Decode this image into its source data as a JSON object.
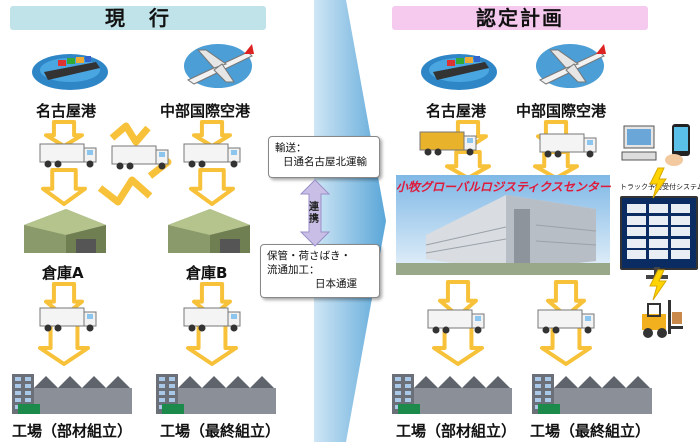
{
  "left": {
    "header": "現　行",
    "port": "名古屋港",
    "airport": "中部国際空港",
    "warehouse_a": "倉庫A",
    "warehouse_b": "倉庫B",
    "factory_parts": "工場（部材組立）",
    "factory_final": "工場（最終組立）"
  },
  "notes": {
    "transport_title": "輸送：",
    "transport_company": "日通名古屋北運輸",
    "link_label": "連携",
    "storage_title": "保管・荷さばき・",
    "storage_line2": "流通加工：",
    "storage_company": "日本通運"
  },
  "right": {
    "header": "認定計画",
    "port": "名古屋港",
    "airport": "中部国際空港",
    "center_name": "小牧グローバルロジスティクスセンター",
    "booking_system": "トラック予約受付システム",
    "factory_parts": "工場（部材組立）",
    "factory_final": "工場（最終組立）"
  },
  "colors": {
    "left_header_bg": "#bfe3e8",
    "right_header_bg": "#f6c9ee",
    "flow_arrow": "#f7c23a",
    "flow_arrow_fill": "#ffffff",
    "center_band": "#8fc3e6",
    "center_title": "#e0193a"
  }
}
